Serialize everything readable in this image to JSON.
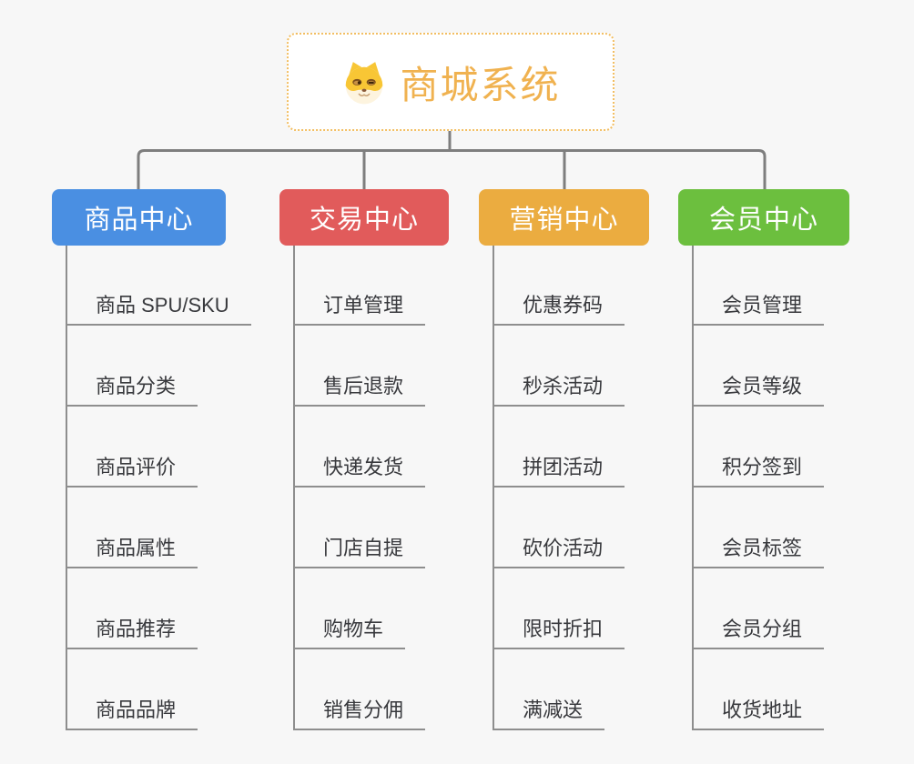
{
  "root": {
    "title": "商城系统",
    "icon": "shiba-dog-face",
    "title_color": "#f0b250",
    "border_color": "#f2be62"
  },
  "connector_color": "#7e7e7e",
  "leaf_line_color": "#8e8e8e",
  "branches": [
    {
      "label": "商品中心",
      "color": "#4a8fe2",
      "children": [
        "商品 SPU/SKU",
        "商品分类",
        "商品评价",
        "商品属性",
        "商品推荐",
        "商品品牌"
      ]
    },
    {
      "label": "交易中心",
      "color": "#e15b5b",
      "children": [
        "订单管理",
        "售后退款",
        "快递发货",
        "门店自提",
        "购物车",
        "销售分佣"
      ]
    },
    {
      "label": "营销中心",
      "color": "#ebac40",
      "children": [
        "优惠券码",
        "秒杀活动",
        "拼团活动",
        "砍价活动",
        "限时折扣",
        "满减送"
      ]
    },
    {
      "label": "会员中心",
      "color": "#6cbf3e",
      "children": [
        "会员管理",
        "会员等级",
        "积分签到",
        "会员标签",
        "会员分组",
        "收货地址"
      ]
    }
  ]
}
